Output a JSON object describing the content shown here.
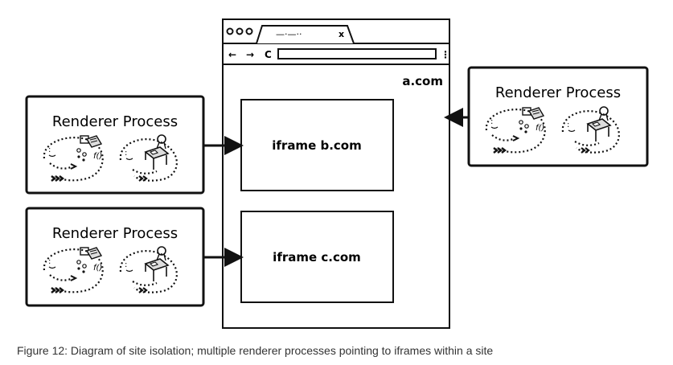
{
  "browser": {
    "tab_title": "—·—··",
    "tab_close": "x",
    "nav_back": "←",
    "nav_forward": "→",
    "reload": "C",
    "menu": "⋮",
    "origin_label": "a.com"
  },
  "iframes": [
    {
      "label": "iframe b.com"
    },
    {
      "label": "iframe c.com"
    }
  ],
  "renderers": [
    {
      "title": "Renderer Process",
      "target": "iframe b.com"
    },
    {
      "title": "Renderer Process",
      "target": "iframe c.com"
    },
    {
      "title": "Renderer Process",
      "target": "a.com"
    }
  ],
  "icons": {
    "illustration_left": "thinking-character-with-tools-icon",
    "illustration_right": "character-with-laptop-icon",
    "function_glyph": "f()"
  },
  "caption": "Figure 12: Diagram of site isolation; multiple renderer processes pointing to iframes within a site"
}
